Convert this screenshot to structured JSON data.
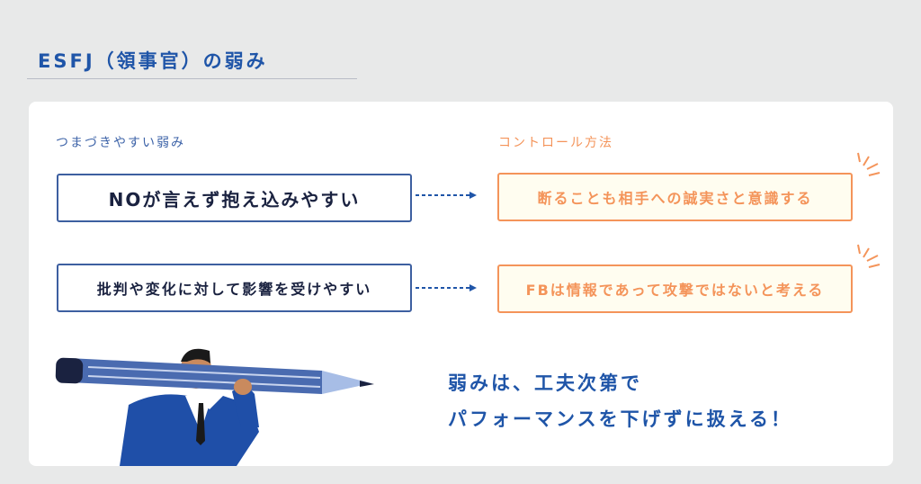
{
  "header": {
    "title": "ESFJ（領事官）の弱み"
  },
  "columns": {
    "weakness_label": "つまづきやすい弱み",
    "control_label": "コントロール方法"
  },
  "rows": [
    {
      "weakness": "NOが言えず抱え込みやすい",
      "control": "断ることも相手への誠実さと意識する"
    },
    {
      "weakness": "批判や変化に対して影響を受けやすい",
      "control": "FBは情報であって攻撃ではないと考える"
    }
  ],
  "message": {
    "line1": "弱みは、工夫次第で",
    "line2": "パフォーマンスを下げずに扱える！"
  },
  "colors": {
    "blue": "#1f55a8",
    "orange": "#f4945a",
    "box_fill": "#fffdf0"
  }
}
